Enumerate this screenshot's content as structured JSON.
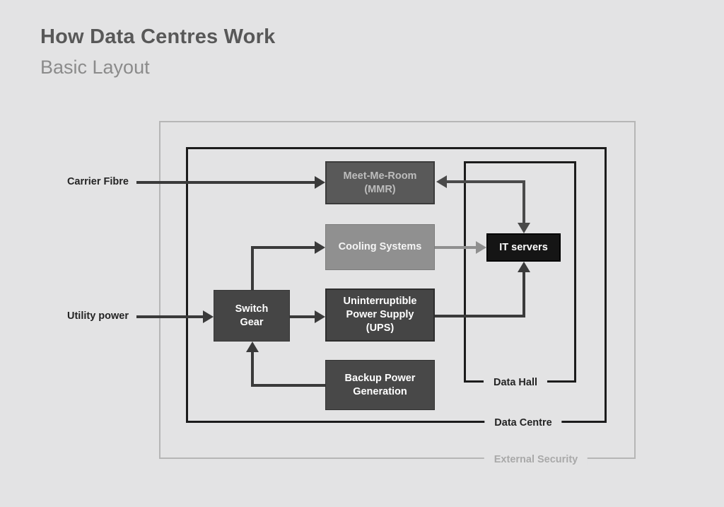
{
  "page": {
    "title": "How Data Centres Work",
    "subtitle": "Basic Layout"
  },
  "diagram": {
    "inputs": {
      "carrier_fibre": "Carrier Fibre",
      "utility_power": "Utility power"
    },
    "nodes": {
      "mmr": {
        "line1": "Meet-Me-Room",
        "line2": "(MMR)"
      },
      "cooling": {
        "line1": "Cooling Systems"
      },
      "switch_gear": {
        "line1": "Switch",
        "line2": "Gear"
      },
      "ups": {
        "line1": "Uninterruptible",
        "line2": "Power Supply",
        "line3": "(UPS)"
      },
      "backup": {
        "line1": "Backup Power",
        "line2": "Generation"
      },
      "it_servers": {
        "line1": "IT servers"
      }
    },
    "zones": {
      "data_hall": "Data Hall",
      "data_centre": "Data Centre",
      "external_security": "External Security"
    },
    "colors": {
      "background": "#e3e3e4",
      "title_color": "#585858",
      "subtitle_color": "#8b8b8b",
      "node_dark": "#454545",
      "node_medium": "#595959",
      "node_light": "#909090",
      "node_black": "#151515",
      "mmr_text": "#bdbdbd",
      "arrow_dark": "#3a3a3a",
      "arrow_mid": "#4a4a4a",
      "arrow_light": "#8f8f8f",
      "zone_border_dark": "#1c1c1c",
      "zone_border_light": "#b6b6b6",
      "label_dark": "#242424",
      "label_light": "#a9a9a9"
    }
  }
}
